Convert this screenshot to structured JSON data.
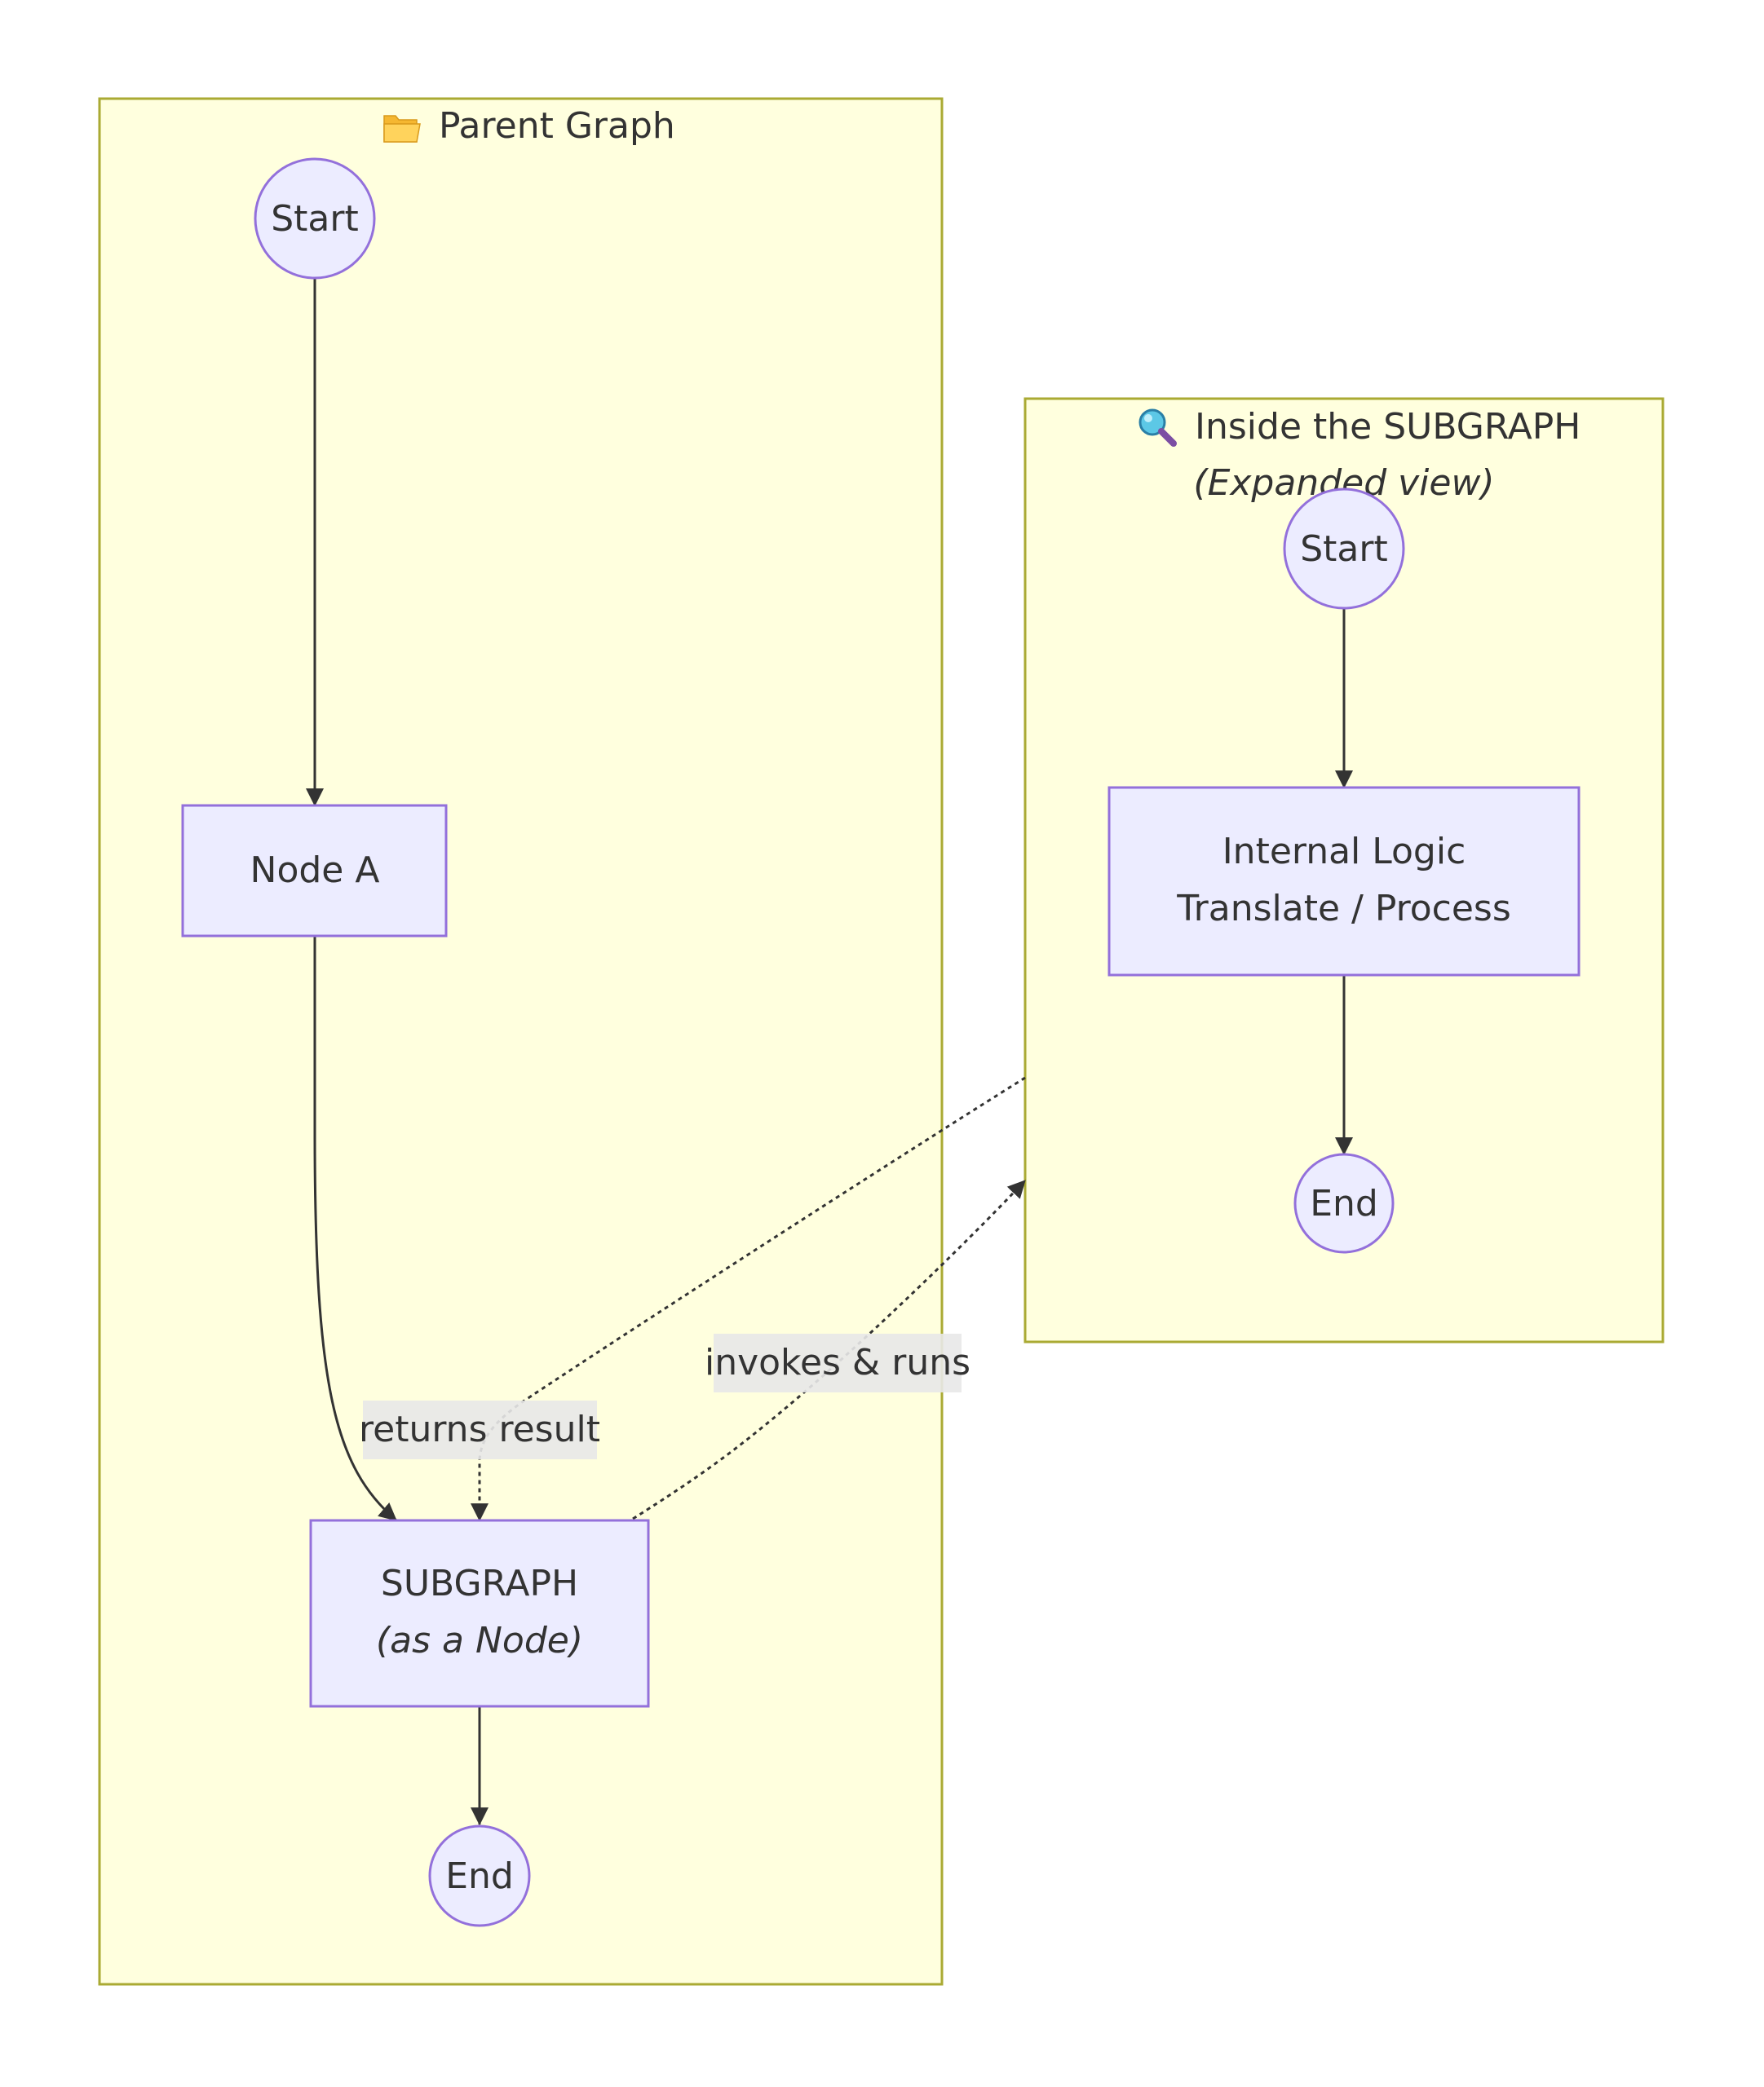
{
  "parent_graph": {
    "title": "Parent Graph",
    "title_icon": "folder-icon",
    "nodes": {
      "start": "Start",
      "node_a": "Node A",
      "subgraph_line1": "SUBGRAPH",
      "subgraph_line2": "(as a Node)",
      "end": "End"
    }
  },
  "inside_subgraph": {
    "title": "Inside the SUBGRAPH",
    "subtitle": "(Expanded view)",
    "title_icon": "magnifier-icon",
    "nodes": {
      "start": "Start",
      "logic_line1": "Internal Logic",
      "logic_line2": "Translate / Process",
      "end": "End"
    }
  },
  "edges": {
    "returns": "returns result",
    "invokes": "invokes & runs"
  },
  "colors": {
    "cluster_fill": "#ffffde",
    "cluster_stroke": "#aaaa33",
    "node_fill": "#ececff",
    "node_stroke": "#9370db",
    "edge": "#333333",
    "edge_label_bg": "#e8e8e8"
  }
}
